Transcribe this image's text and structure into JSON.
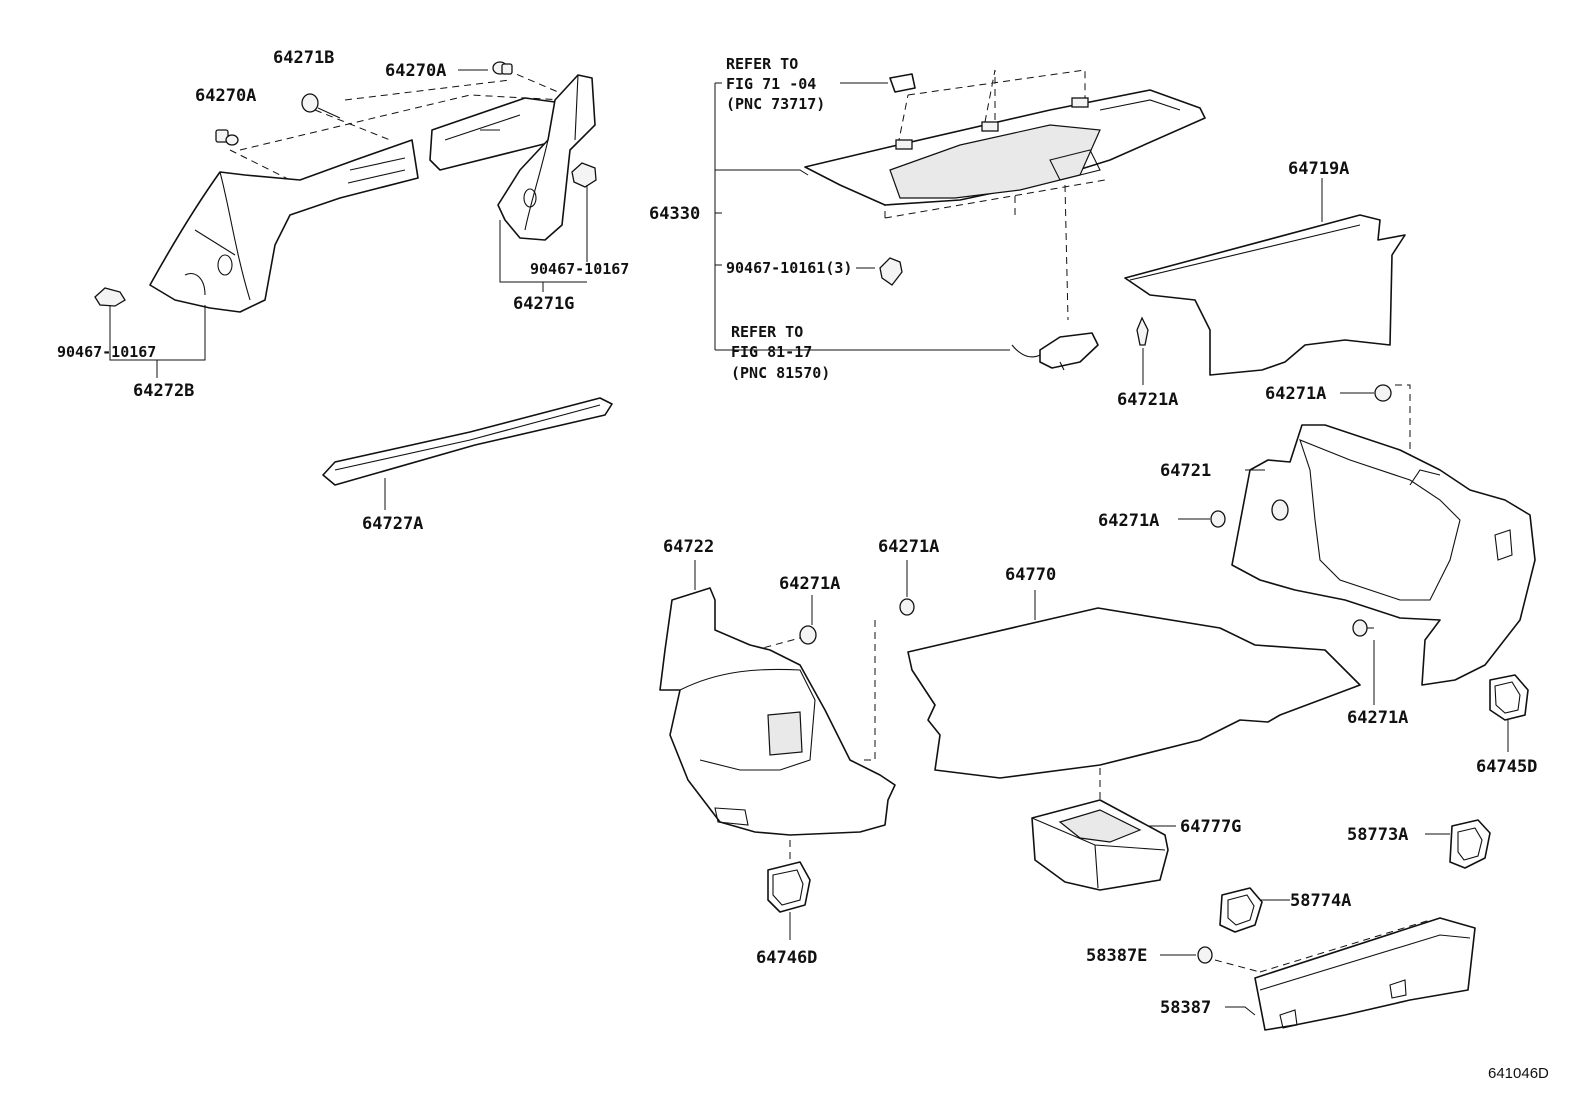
{
  "diagram_id": "641046D",
  "labels": {
    "p64271B": "64271B",
    "p64270A_top": "64270A",
    "p64270A_left": "64270A",
    "p90467_10167_left": "90467-10167",
    "p64272B": "64272B",
    "p90467_10167_right": "90467-10167",
    "p64271G": "64271G",
    "p64727A": "64727A",
    "refer1_line1": "REFER TO",
    "refer1_line2": "FIG 71 -04",
    "refer1_line3": "(PNC 73717)",
    "p64330": "64330",
    "p90467_10161": "90467-10161(3)",
    "refer2_line1": "REFER TO",
    "refer2_line2": "FIG 81-17",
    "refer2_line3": "(PNC 81570)",
    "p64719A": "64719A",
    "p64721A": "64721A",
    "p64271A_top": "64271A",
    "p64721": "64721",
    "p64271A_mid": "64271A",
    "p64722": "64722",
    "p64271A_a": "64271A",
    "p64271A_b": "64271A",
    "p64770": "64770",
    "p64271A_right": "64271A",
    "p64745D": "64745D",
    "p64777G": "64777G",
    "p64746D": "64746D",
    "p58773A": "58773A",
    "p58774A": "58774A",
    "p58387E": "58387E",
    "p58387": "58387"
  }
}
